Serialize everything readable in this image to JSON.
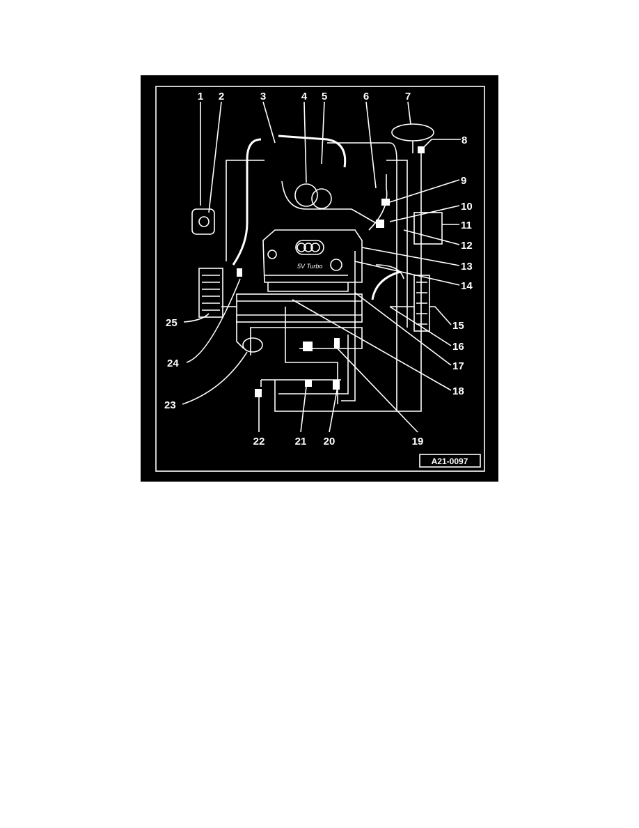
{
  "figure": {
    "background": "#000000",
    "line_color": "#ffffff",
    "figure_id": "A21-0097",
    "engine_cover_text": "5V Turbo",
    "callouts": [
      "1",
      "2",
      "3",
      "4",
      "5",
      "6",
      "7",
      "8",
      "9",
      "10",
      "11",
      "12",
      "13",
      "14",
      "15",
      "16",
      "17",
      "18",
      "19",
      "20",
      "21",
      "22",
      "23",
      "24",
      "25"
    ]
  }
}
